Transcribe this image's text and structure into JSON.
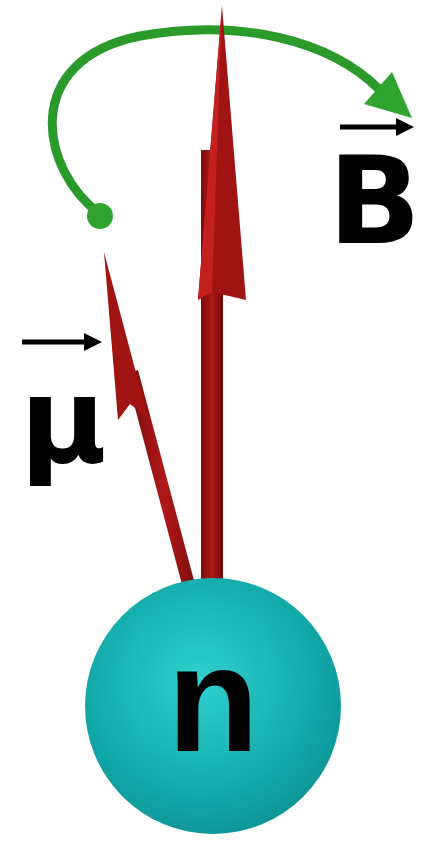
{
  "diagram": {
    "nodes": [
      {
        "text": [
          "n"
        ]
      }
    ],
    "labels": [
      "B",
      "μ"
    ]
  }
}
